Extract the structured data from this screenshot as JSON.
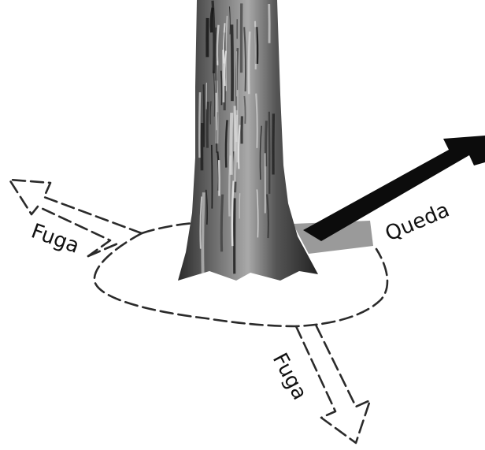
{
  "labels": {
    "fuga_left": "Fuga",
    "queda": "Queda",
    "fuga_bottom": "Fuga"
  },
  "colors": {
    "background": "#ffffff",
    "trunk_dark": "#1e1e1e",
    "trunk_mid": "#5c5c5c",
    "trunk_light": "#b8b8b8",
    "fall_zone": "#9a9a9a",
    "queda_arrow": "#0c0c0c",
    "dashes": "#2a2a2a"
  },
  "icons": {
    "tree": "tree-trunk-icon",
    "fall_arrow": "fall-direction-arrow-icon",
    "escape_arrows": "escape-route-arrow-icon"
  }
}
